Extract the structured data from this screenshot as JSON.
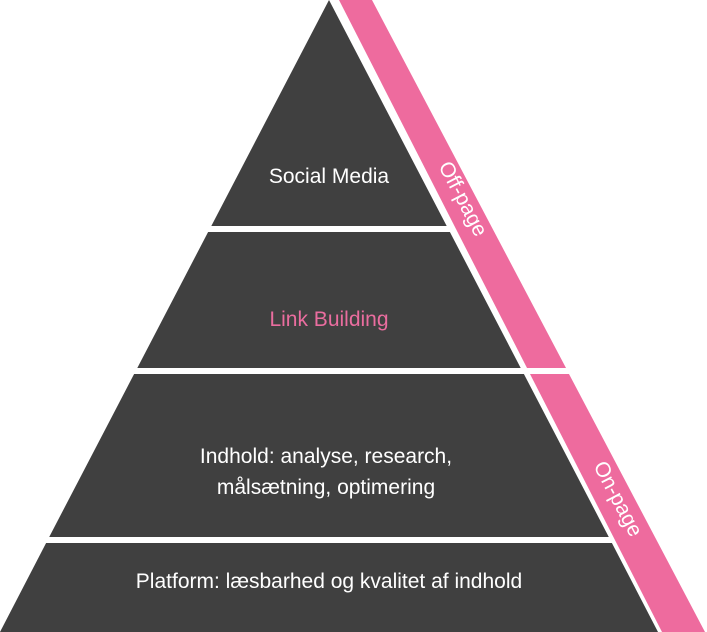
{
  "colors": {
    "layer": "#404040",
    "accent": "#ee6b9e",
    "text": "#ffffff",
    "highlight_text": "#ea6d9f"
  },
  "layers": [
    {
      "label_lines": [
        "Social Media"
      ]
    },
    {
      "label_lines": [
        "Link Building"
      ]
    },
    {
      "label_lines": [
        "Indhold: analyse, research,",
        "målsætning, optimering"
      ]
    },
    {
      "label_lines": [
        "Platform: læsbarhed og kvalitet af indhold"
      ]
    }
  ],
  "side_bands": [
    {
      "label": "Off-page"
    },
    {
      "label": "On-page"
    }
  ]
}
